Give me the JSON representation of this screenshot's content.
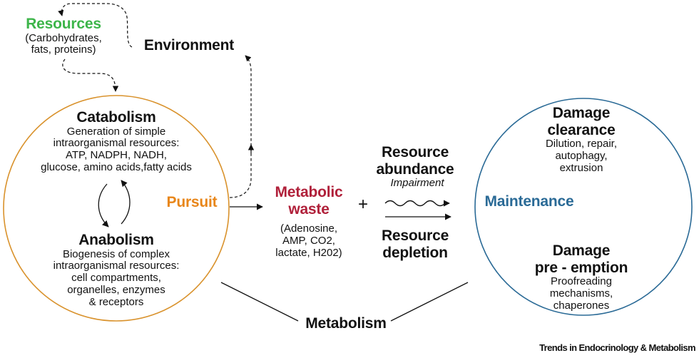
{
  "resources": {
    "title": "Resources",
    "detail": [
      "(Carbohydrates,",
      "fats, proteins)"
    ]
  },
  "environment": "Environment",
  "catabolism": {
    "title": "Catabolism",
    "detail": [
      "Generation of simple",
      "intraorganismal resources:",
      "ATP, NADPH, NADH,",
      "glucose, amino acids,fatty acids"
    ]
  },
  "anabolism": {
    "title": "Anabolism",
    "detail": [
      "Biogenesis of complex",
      "intraorganismal resources:",
      "cell compartments,",
      "organelles, enzymes",
      "& receptors"
    ]
  },
  "pursuit": "Pursuit",
  "metabolic_waste": {
    "title": [
      "Metabolic",
      "waste"
    ],
    "detail": [
      "(Adenosine,",
      "AMP, CO2,",
      "lactate, H202)"
    ]
  },
  "plus": "+",
  "resource_abundance": [
    "Resource",
    "abundance"
  ],
  "impairment": "Impairment",
  "resource_depletion": [
    "Resource",
    "depletion"
  ],
  "maintenance": "Maintenance",
  "damage_clearance": {
    "title": [
      "Damage",
      "clearance"
    ],
    "detail": [
      "Dilution, repair,",
      "autophagy,",
      "extrusion"
    ]
  },
  "damage_preemption": {
    "title": [
      "Damage",
      "pre - emption"
    ],
    "detail": [
      "Proofreading",
      "mechanisms,",
      "chaperones"
    ]
  },
  "metabolism": "Metabolism",
  "credit": "Trends in Endocrinology & Metabolism",
  "colors": {
    "resources": "#3db54a",
    "pursuit": "#e8861a",
    "waste": "#b0203a",
    "maintenance": "#2a6a96",
    "left_circle": "#d9922c",
    "right_circle": "#2a6a96"
  }
}
